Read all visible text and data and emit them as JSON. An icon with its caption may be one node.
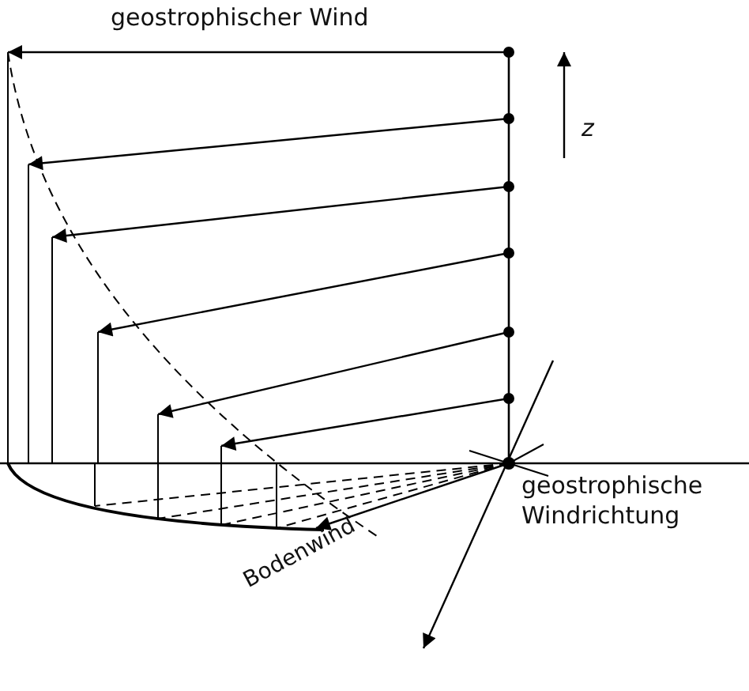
{
  "diagram": {
    "labels": [
      "geostrophischer Wind",
      "z",
      "geostrophische Windrichtung",
      "Bodenwind"
    ]
  }
}
